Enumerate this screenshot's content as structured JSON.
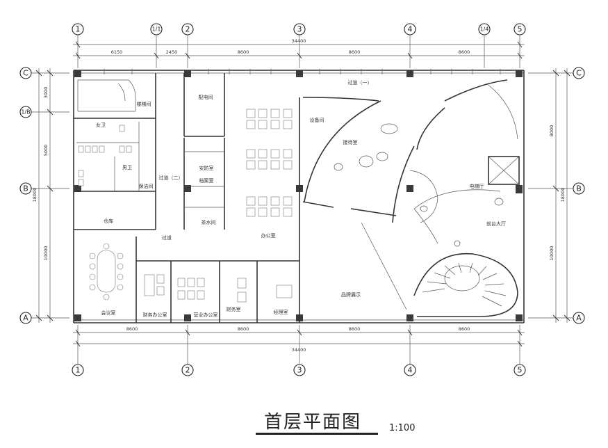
{
  "title": "首层平面图",
  "scale": "1:100",
  "axes_top": [
    "1",
    "1/1",
    "2",
    "3",
    "4",
    "1/4",
    "5"
  ],
  "axes_bottom": [
    "1",
    "2",
    "3",
    "4",
    "5"
  ],
  "axes_left": [
    "C",
    "1/B",
    "B",
    "A"
  ],
  "axes_right": [
    "C",
    "B",
    "A"
  ],
  "dims_top": {
    "total": "34400",
    "segments": [
      "6150",
      "2450",
      "8600",
      "8600",
      "8600"
    ]
  },
  "dims_bottom": {
    "total": "34400",
    "segments": [
      "8600",
      "8600",
      "8600",
      "8600"
    ]
  },
  "dims_left": {
    "total": "18000",
    "segments": [
      "3000",
      "5000",
      "10000"
    ]
  },
  "dims_right": {
    "total": "18000",
    "segments": [
      "8000",
      "10000"
    ]
  },
  "rooms": {
    "stair_room": "楼梯间",
    "elec_room": "配电间",
    "corridor_1": "过道（一）",
    "female_wc": "女卫",
    "male_wc": "男卫",
    "cleaning": "保洁间",
    "corridor_2": "过道（二）",
    "security": "安防室",
    "archive": "档案室",
    "tea_room": "茶水间",
    "storage": "仓库",
    "corridor": "过道",
    "office": "办公室",
    "equipment": "设备间",
    "reception": "接待室",
    "elevator": "电梯厅",
    "lobby": "前台大厅",
    "meeting": "会议室",
    "finance_office": "财务办公室",
    "business_office": "营业办公室",
    "finance": "财务室",
    "manager": "经理室",
    "product_display": "品牌展示"
  }
}
